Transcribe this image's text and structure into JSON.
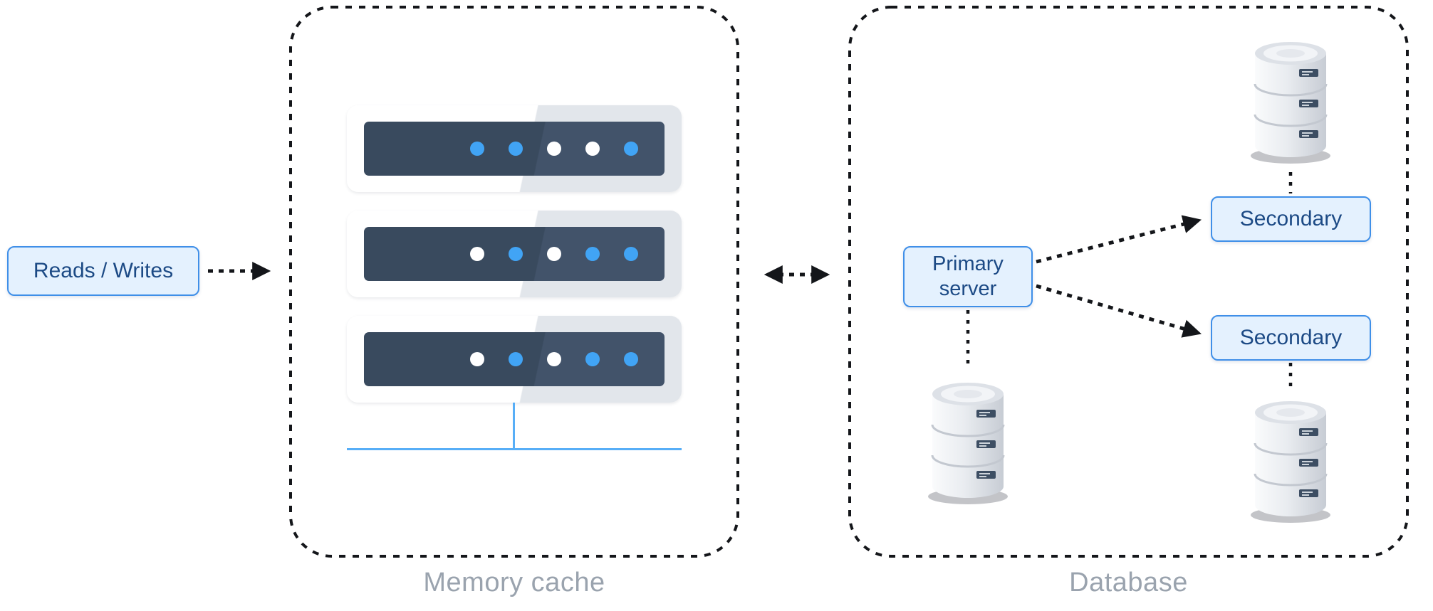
{
  "colors": {
    "line_color": "#14161a",
    "box_bg": "#e4f1fe",
    "box_border": "#3f8fe8",
    "box_text": "#1c4a85",
    "caption_color": "#9aa3ae",
    "dot_blue": "#41a4f5",
    "server_dark": "#3d4e63",
    "network_line": "#57aef7"
  },
  "left_panel": {
    "reads_writes_label": "Reads / Writes"
  },
  "memory_cache": {
    "caption": "Memory cache",
    "servers": [
      {
        "dots": [
          "blue",
          "blue",
          "white",
          "white",
          "blue"
        ]
      },
      {
        "dots": [
          "white",
          "blue",
          "white",
          "blue",
          "blue"
        ]
      },
      {
        "dots": [
          "white",
          "blue",
          "white",
          "blue",
          "blue"
        ]
      }
    ]
  },
  "database": {
    "caption": "Database",
    "primary_label": "Primary server",
    "secondaries": [
      {
        "label": "Secondary"
      },
      {
        "label": "Secondary"
      }
    ]
  }
}
